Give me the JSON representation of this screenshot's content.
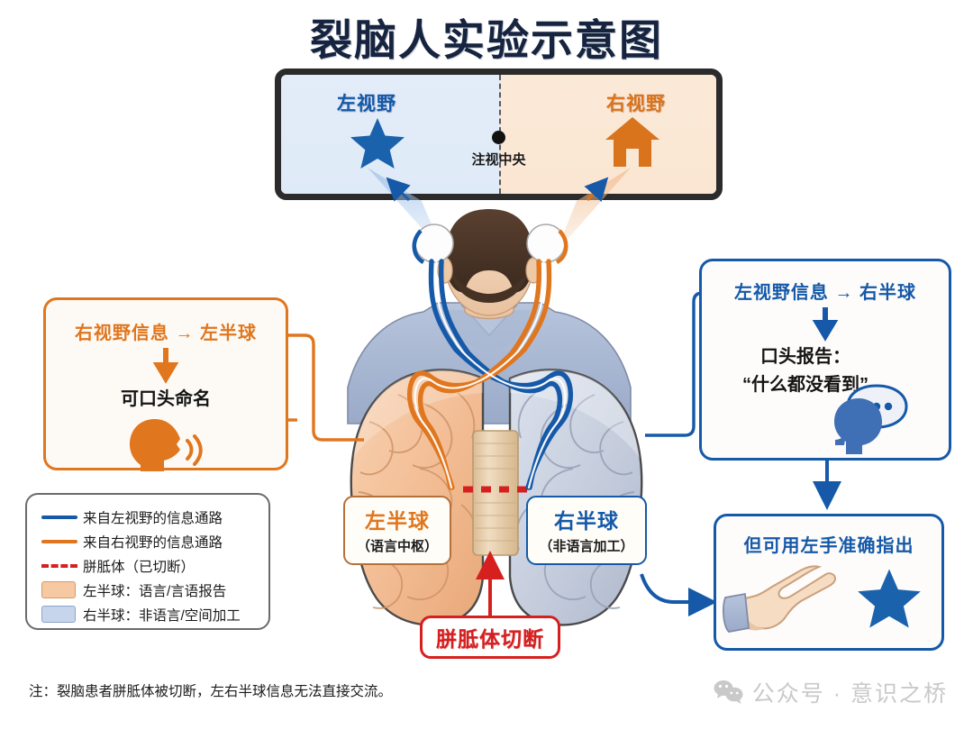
{
  "title": "裂脑人实验示意图",
  "screen": {
    "left_field_label": "左视野",
    "right_field_label": "右视野",
    "fixation_label": "注视中央",
    "left_stimulus": "star-icon",
    "right_stimulus": "house-icon"
  },
  "left_card": {
    "header": "右视野信息 → 左半球",
    "arrow": "down-arrow-icon",
    "result": "可口头命名",
    "icon": "speaking-head-icon"
  },
  "right_card": {
    "header": "左视野信息 → 右半球",
    "arrow": "down-arrow-icon",
    "result_line1": "口头报告：",
    "result_line2": "“什么都没看到”",
    "icon": "silent-head-icon",
    "bubble": "speech-bubble-ellipsis-icon"
  },
  "hand_card": {
    "header": "但可用左手准确指出",
    "icon": "pointing-hand-icon",
    "target": "star-icon"
  },
  "brain": {
    "left_hemisphere": {
      "name": "左半球",
      "function": "（语言中枢）"
    },
    "right_hemisphere": {
      "name": "右半球",
      "function": "（非语言加工）"
    },
    "cut_label": "胼胝体切断"
  },
  "legend": {
    "items": [
      {
        "key": "line-blue",
        "label": "来自左视野的信息通路"
      },
      {
        "key": "line-orange",
        "label": "来自右视野的信息通路"
      },
      {
        "key": "line-dashed-red",
        "label": "胼胝体（已切断）"
      },
      {
        "key": "swatch-orange",
        "label": "左半球：语言/言语报告"
      },
      {
        "key": "swatch-blue",
        "label": "右半球：非语言/空间加工"
      }
    ]
  },
  "note": "注：裂脑患者胼胝体被切断，左右半球信息无法直接交流。",
  "watermark": {
    "icon": "wechat-icon",
    "text": "公众号 · 意识之桥"
  },
  "colors": {
    "blue": "#1559a8",
    "orange": "#e0761e",
    "red": "#d62020",
    "title": "#16243f",
    "left_field_bg": "#e3edf9",
    "right_field_bg": "#fbe9d8",
    "left_hemisphere_fill": "#f3bf96",
    "right_hemisphere_fill": "#c3cbdb"
  }
}
